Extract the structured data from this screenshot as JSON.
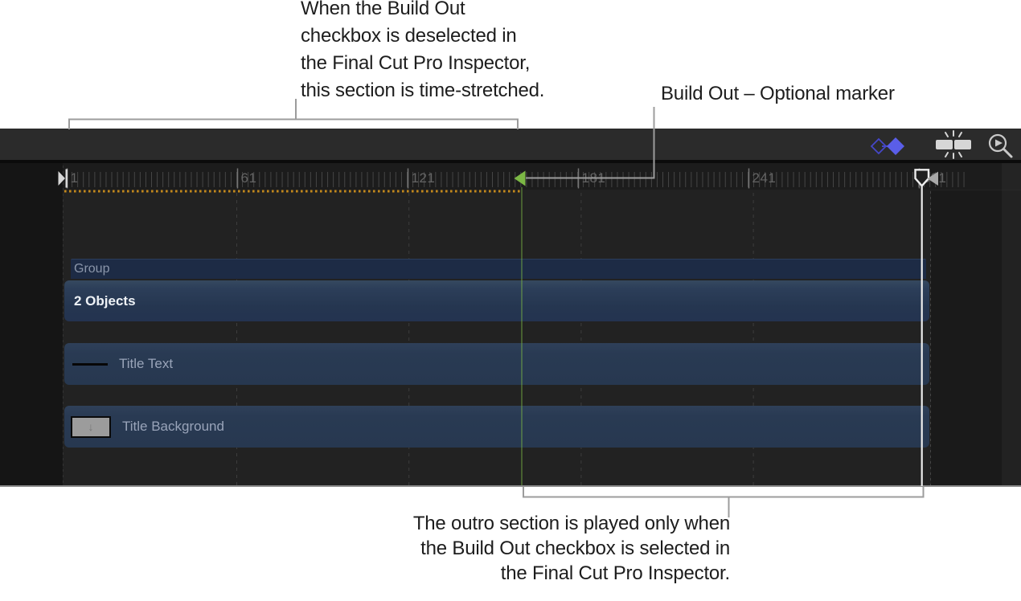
{
  "annotations": {
    "top_note": {
      "lines": [
        "When the Build Out",
        "checkbox is deselected in",
        "the Final Cut Pro Inspector,",
        "this section is time-stretched."
      ]
    },
    "marker_note": "Build Out – Optional marker",
    "bottom_note": {
      "lines": [
        "The outro section is played only when",
        "the Build Out checkbox is selected in",
        "the Final Cut Pro Inspector."
      ]
    }
  },
  "toolbar": {
    "icons": [
      {
        "name": "animation-keyframes-icon"
      },
      {
        "name": "flash-snap-icon"
      },
      {
        "name": "zoom-play-icon"
      }
    ]
  },
  "ruler": {
    "frame_labels": [
      1,
      61,
      121,
      181,
      241,
      301
    ]
  },
  "markers": {
    "build_out": {
      "name": "build-out-marker",
      "description": "Build Out – Optional marker"
    },
    "playhead": {
      "name": "playhead-marker"
    },
    "play_range_start": {
      "name": "play-range-start-marker"
    },
    "play_range_end": {
      "name": "play-range-end-marker"
    }
  },
  "tracks": [
    {
      "label": "Group"
    },
    {
      "label": "2 Objects"
    },
    {
      "label": "Title Text"
    },
    {
      "label": "Title Background"
    }
  ],
  "colors": {
    "marker_green": "#7cb845",
    "marker_green_line": "rgba(124,184,69,0.42)",
    "playhead_white": "#ededed",
    "keyframe_blue": "#5a5ee8",
    "keyframe_blue_outline": "#4547c8",
    "range_dots_orange": "#c2881c",
    "annotation_line": "#9c9c9c",
    "toolbar_icon_gray": "#d6d6d6",
    "end_marker_gray": "#a9a9a9",
    "start_marker_white": "#d8d8d8"
  }
}
